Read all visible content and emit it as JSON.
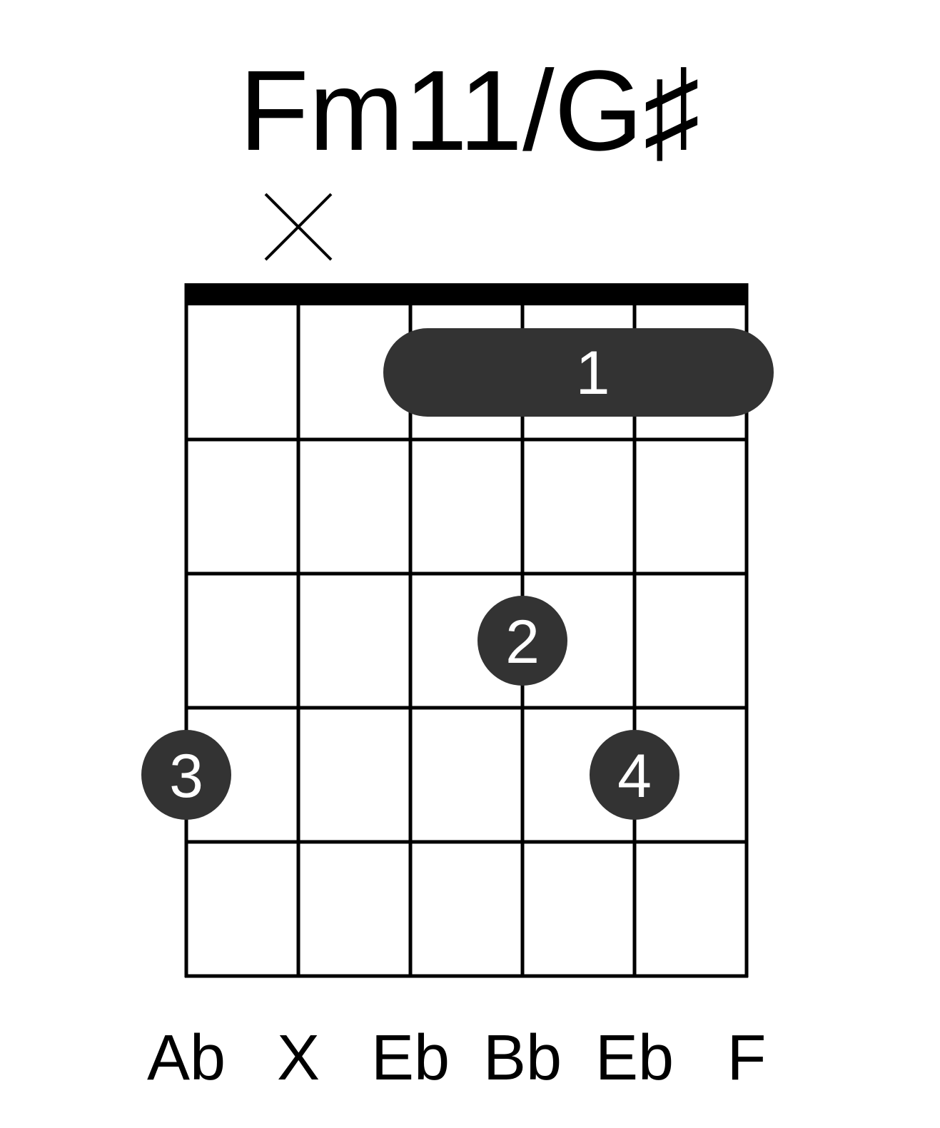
{
  "chord": {
    "name": "Fm11/G♯"
  },
  "diagram": {
    "strings": 6,
    "frets": 5,
    "nut": true,
    "muted_strings": [
      2
    ],
    "barre": {
      "fret": 1,
      "from_string": 3,
      "to_string": 6,
      "finger": "1"
    },
    "fingers": [
      {
        "string": 4,
        "fret": 3,
        "finger": "2"
      },
      {
        "string": 1,
        "fret": 4,
        "finger": "3"
      },
      {
        "string": 5,
        "fret": 4,
        "finger": "4"
      }
    ],
    "string_notes": [
      "Ab",
      "X",
      "Eb",
      "Bb",
      "Eb",
      "F"
    ],
    "marker_color": "#333333",
    "line_color": "#000000"
  }
}
